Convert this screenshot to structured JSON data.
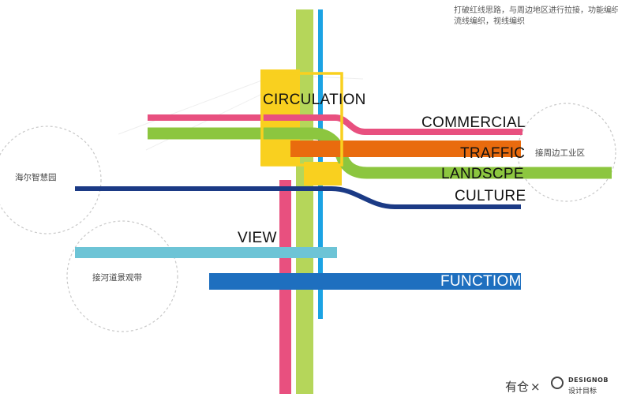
{
  "header_note": {
    "line1": "打破红线思路，与周边地区进行拉接，功能编织，",
    "line2": "流线编织，视线编织"
  },
  "zones": {
    "left": "海尔智慧园",
    "right": "接周边工业区",
    "bottom": "接河道景观带"
  },
  "strands": {
    "circulation": "CIRCULATION",
    "commercial": "COMMERCIAL",
    "traffic": "TRAFFIC",
    "landscape": "LANDSCPE",
    "culture": "CULTURE",
    "view": "VIEW",
    "function": "FUNCTIOM"
  },
  "colors": {
    "yellow": "#F9D01F",
    "pink": "#E8507F",
    "green": "#8CC63F",
    "lime": "#B5D65A",
    "orange": "#E96B0E",
    "navy": "#1B3A85",
    "light_blue": "#6DC4D6",
    "blue": "#1E6FBF",
    "sky": "#1BA3E4"
  },
  "watermark": {
    "text": "有仓",
    "brand_top": "DESIGNOB",
    "brand_bottom": "设计目标"
  }
}
